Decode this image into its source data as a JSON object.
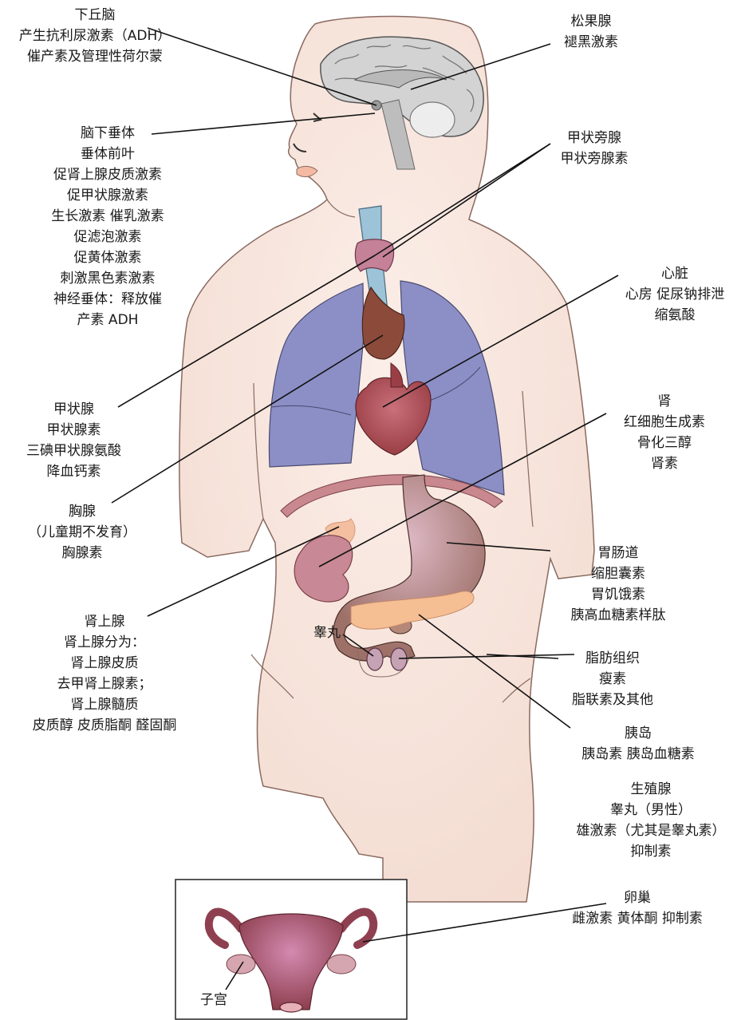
{
  "labels": {
    "hypothalamus": [
      "下丘脑",
      "产生抗利尿激素（ADH）",
      "催产素及管理性荷尔蒙"
    ],
    "pineal": [
      "松果腺",
      "褪黑激素"
    ],
    "pituitary": [
      "脑下垂体",
      "垂体前叶",
      "促肾上腺皮质激素",
      "促甲状腺激素",
      "生长激素  催乳激素",
      "促滤泡激素",
      "促黄体激素",
      "刺激黑色素激素",
      "神经垂体：释放催",
      "产素  ADH"
    ],
    "parathyroid": [
      "甲状旁腺",
      "甲状旁腺素"
    ],
    "heart": [
      "心脏",
      "心房  促尿钠排泄",
      "缩氨酸"
    ],
    "thyroid": [
      "甲状腺",
      "甲状腺素",
      "三碘甲状腺氨酸",
      "降血钙素"
    ],
    "kidney": [
      "肾",
      "红细胞生成素",
      "骨化三醇",
      "肾素"
    ],
    "thymus": [
      "胸腺",
      "（儿童期不发育）",
      "胸腺素"
    ],
    "gi": [
      "胃肠道",
      "缩胆囊素",
      "胃饥饿素",
      "胰高血糖素样肽"
    ],
    "adrenal": [
      "肾上腺",
      "肾上腺分为：",
      "肾上腺皮质",
      "去甲肾上腺素；",
      "肾上腺髓质",
      "皮质醇  皮质脂酮  醛固酮"
    ],
    "adipose": [
      "脂肪组织",
      "瘦素",
      "脂联素及其他"
    ],
    "pancreas": [
      "胰岛",
      "胰岛素  胰岛血糖素"
    ],
    "testis": [
      "睾丸"
    ],
    "gonads": [
      "生殖腺",
      "睾丸（男性）",
      "雄激素（尤其是睾丸素）",
      "抑制素"
    ],
    "ovary": [
      "卵巢",
      "雌激素  黄体酮  抑制素"
    ],
    "uterus": [
      "子宫"
    ]
  },
  "colors": {
    "skin": "#f6e2d9",
    "brain": "#cfcfcf",
    "lung": "#8c8fc6",
    "heart": "#a8484e",
    "thyroid": "#8c4a3a",
    "parathyroid": "#c07f95",
    "trachea": "#9cc3d8",
    "stomach": "#9d7068",
    "pancreas": "#f5be93",
    "kidney": "#c98895",
    "adrenal": "#f3bfa0",
    "uterus": "#9d4c57",
    "ovary": "#d6a6b0"
  }
}
